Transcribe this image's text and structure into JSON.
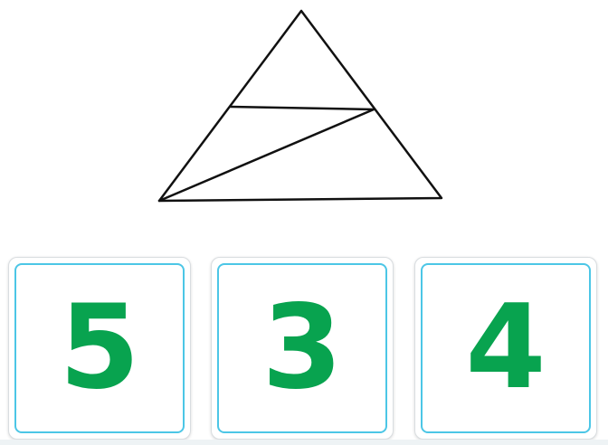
{
  "question": {
    "line_color": "#111111",
    "answer_options": [
      {
        "label": "5"
      },
      {
        "label": "3"
      },
      {
        "label": "4"
      }
    ]
  },
  "colors": {
    "number_color": "#08a34f",
    "card_border_color": "#4cc6e6"
  }
}
